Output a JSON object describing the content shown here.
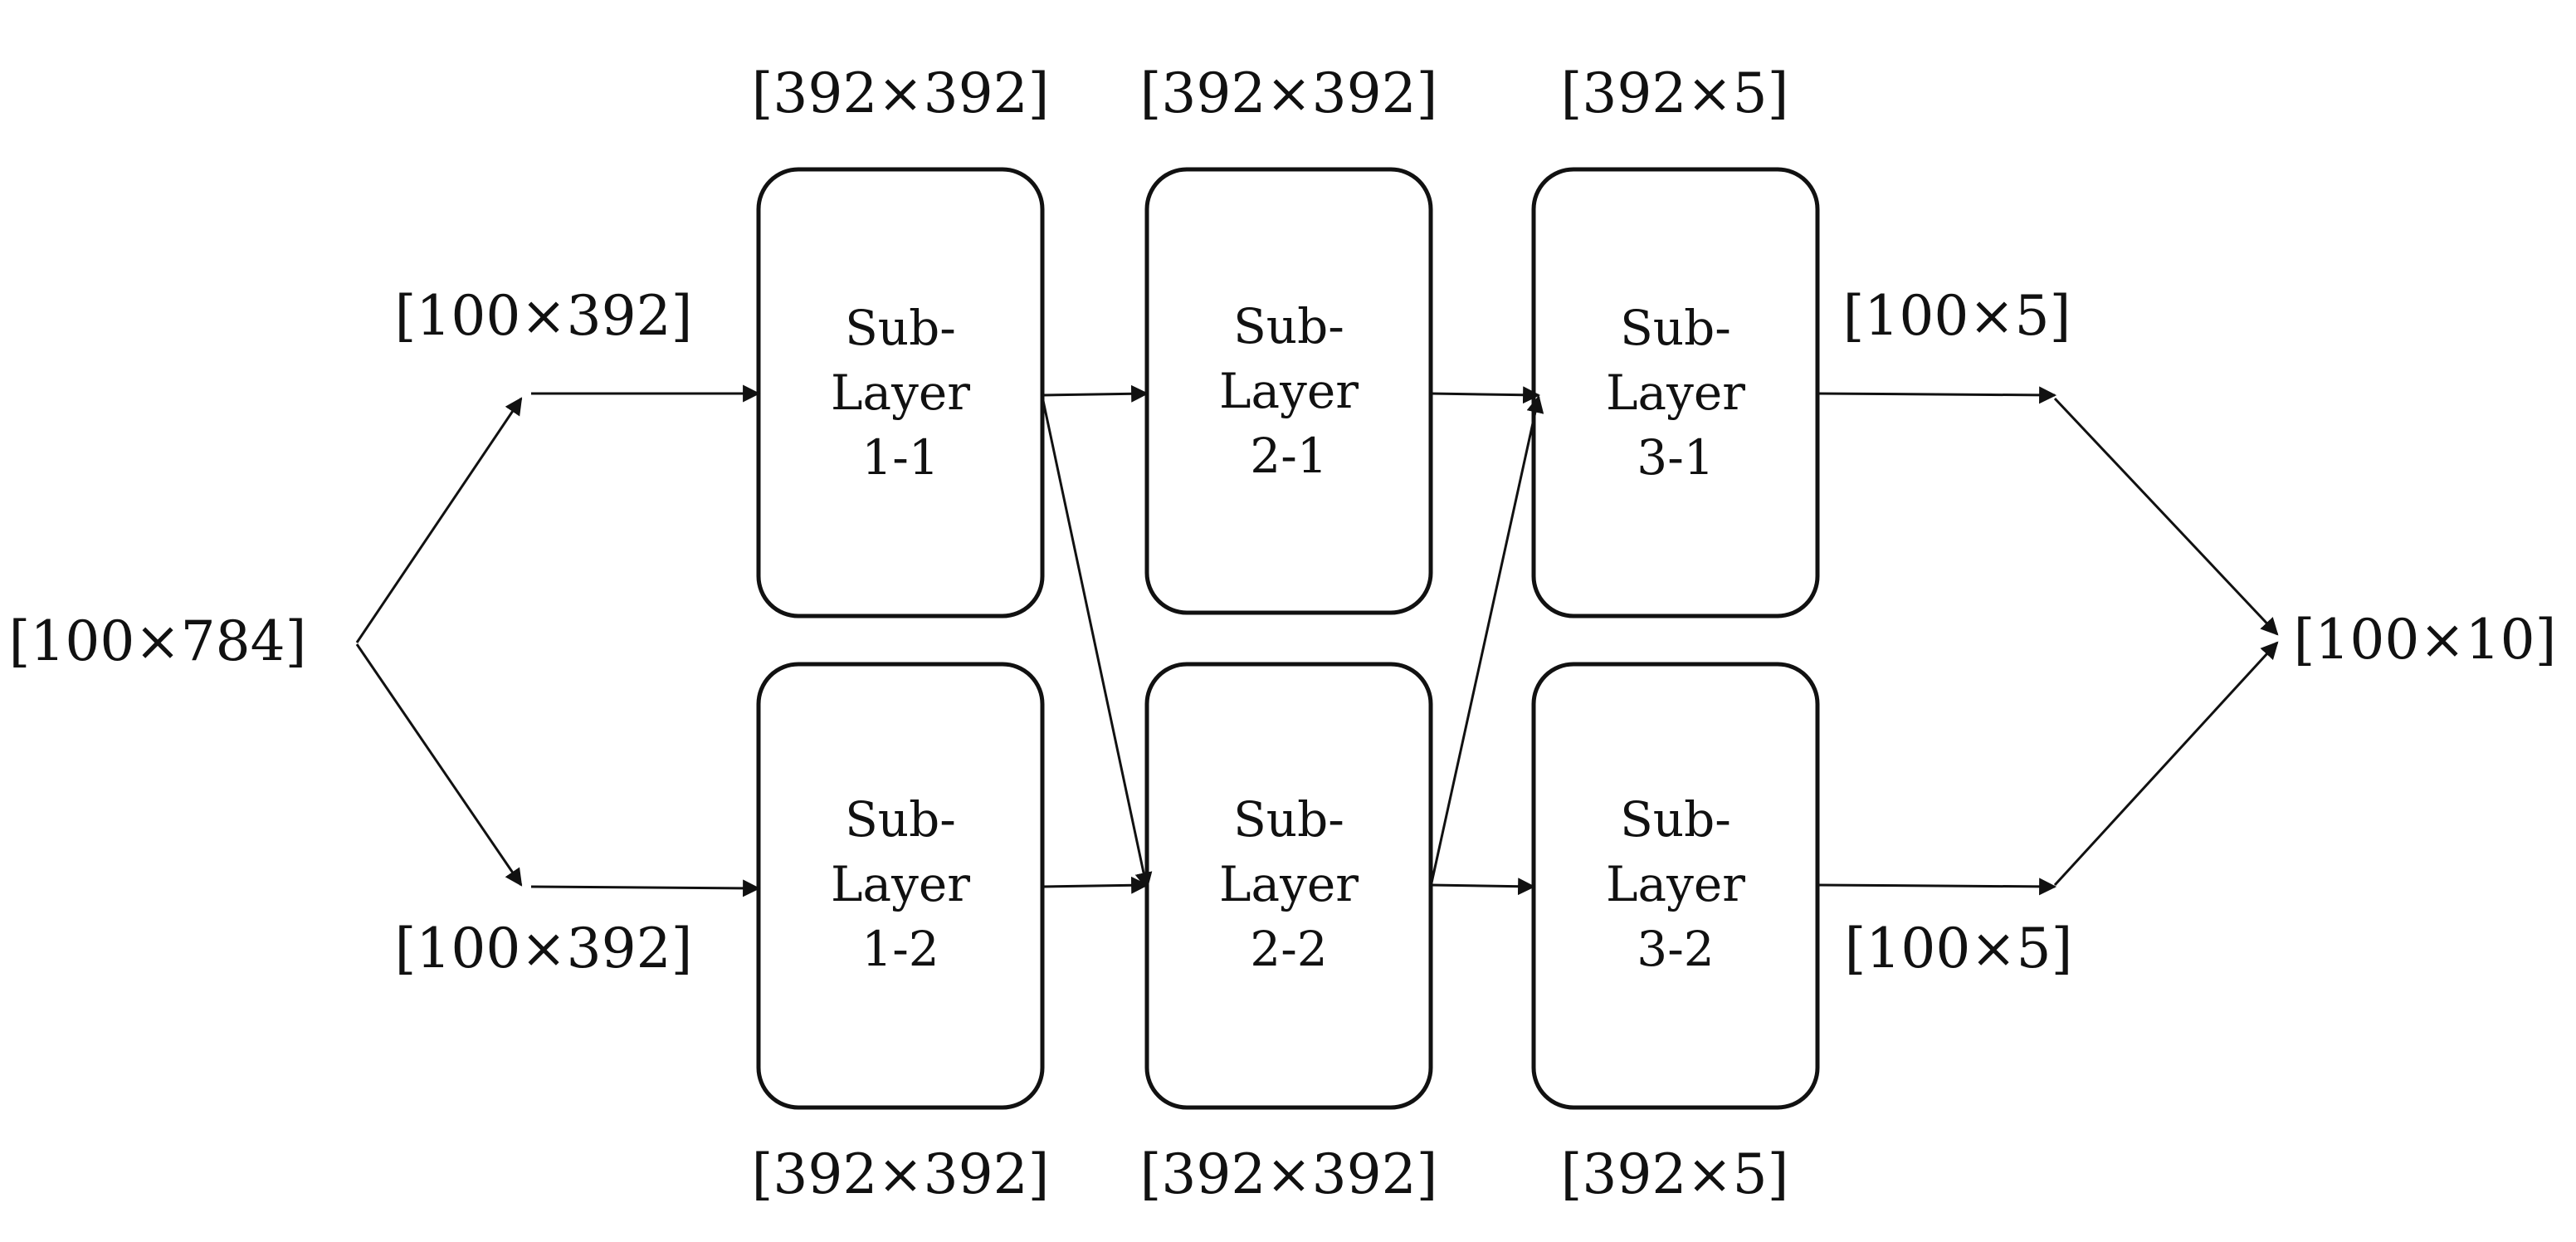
{
  "input": {
    "label": "[100×784]"
  },
  "output": {
    "label": "[100×10]"
  },
  "split_labels": {
    "top": "[100×392]",
    "bottom": "[100×392]"
  },
  "merge_labels": {
    "top": "[100×5]",
    "bottom": "[100×5]"
  },
  "sublayers": [
    {
      "id": "1-1",
      "lines": [
        "Sub-",
        "Layer",
        "1-1"
      ],
      "weight_label": "[392×392]"
    },
    {
      "id": "2-1",
      "lines": [
        "Sub-",
        "Layer",
        "2-1"
      ],
      "weight_label": "[392×392]"
    },
    {
      "id": "3-1",
      "lines": [
        "Sub-",
        "Layer",
        "3-1"
      ],
      "weight_label": "[392×5]"
    },
    {
      "id": "1-2",
      "lines": [
        "Sub-",
        "Layer",
        "1-2"
      ],
      "weight_label": "[392×392]"
    },
    {
      "id": "2-2",
      "lines": [
        "Sub-",
        "Layer",
        "2-2"
      ],
      "weight_label": "[392×392]"
    },
    {
      "id": "3-2",
      "lines": [
        "Sub-",
        "Layer",
        "3-2"
      ],
      "weight_label": "[392×5]"
    }
  ],
  "colors": {
    "stroke": "#111111",
    "background": "#ffffff"
  }
}
